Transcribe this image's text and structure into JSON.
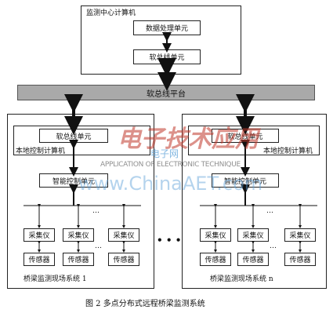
{
  "top_computer": {
    "title": "监测中心计算机",
    "data_unit": "数据处理单元",
    "bus_unit": "软总线单元"
  },
  "platform": {
    "label": "软总线平台"
  },
  "site_left": {
    "bus_unit": "软总线单元",
    "local_pc": "本地控制计算机",
    "smart_unit": "智能控制单元",
    "collector": "采集仪",
    "sensor": "传感器",
    "ellipsis": "…",
    "system_label": "桥梁监测现场系统 1"
  },
  "site_right": {
    "bus_unit": "软总线单元",
    "local_pc": "本地控制计算机",
    "smart_unit": "智能控制单元",
    "collector": "采集仪",
    "sensor": "传感器",
    "ellipsis": "…",
    "system_label": "桥梁监测现场系统 n"
  },
  "between_dots": "• • •",
  "caption": "图 2   多点分布式远程桥梁监测系统",
  "watermark": {
    "brand": "电子技术应用",
    "site_cn": "电子网",
    "subtitle": "APPLICATION OF ELECTRONIC TECHNIQUE",
    "url": "www.ChinaAET.com"
  },
  "colors": {
    "platform_fill": "#a9a9a9",
    "watermark_red": "#c0392b",
    "watermark_blue": "#5aa0d8"
  }
}
